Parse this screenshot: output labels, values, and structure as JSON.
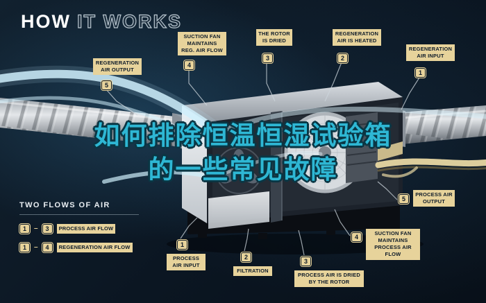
{
  "colors": {
    "background": "#0c1926",
    "accent_tan": "#e7d39b",
    "accent_cyan": "#2eb7d4",
    "chip_text": "#0e1b29"
  },
  "title": {
    "solid": "HOW",
    "outline": "IT WORKS"
  },
  "overlay_title": {
    "line1": "如何排除恒温恒湿试验箱",
    "line2": "的一些常见故障"
  },
  "callouts": [
    {
      "number": "5",
      "label": "REGENERATION AIR OUTPUT"
    },
    {
      "number": "4",
      "label": "SUCTION FAN MAINTAINS REG. AIR FLOW"
    },
    {
      "number": "3",
      "label": "THE ROTOR IS DRIED"
    },
    {
      "number": "2",
      "label": "REGENERATION AIR IS HEATED"
    },
    {
      "number": "1",
      "label": "REGENERATION AIR INPUT"
    },
    {
      "number": "5",
      "label": "PROCESS AIR OUTPUT"
    },
    {
      "number": "4",
      "label": "SUCTION FAN MAINTAINS PROCESS AIR FLOW"
    },
    {
      "number": "3",
      "label": "PROCESS AIR IS DRIED BY THE ROTOR"
    },
    {
      "number": "2",
      "label": "FILTRATION"
    },
    {
      "number": "1",
      "label": "PROCESS AIR INPUT"
    }
  ],
  "legend": {
    "title": "TWO FLOWS OF AIR",
    "separator": "–",
    "rows": [
      {
        "from": "1",
        "to": "3",
        "label": "PROCESS AIR FLOW"
      },
      {
        "from": "1",
        "to": "4",
        "label": "REGENERATION AIR FLOW"
      }
    ]
  }
}
